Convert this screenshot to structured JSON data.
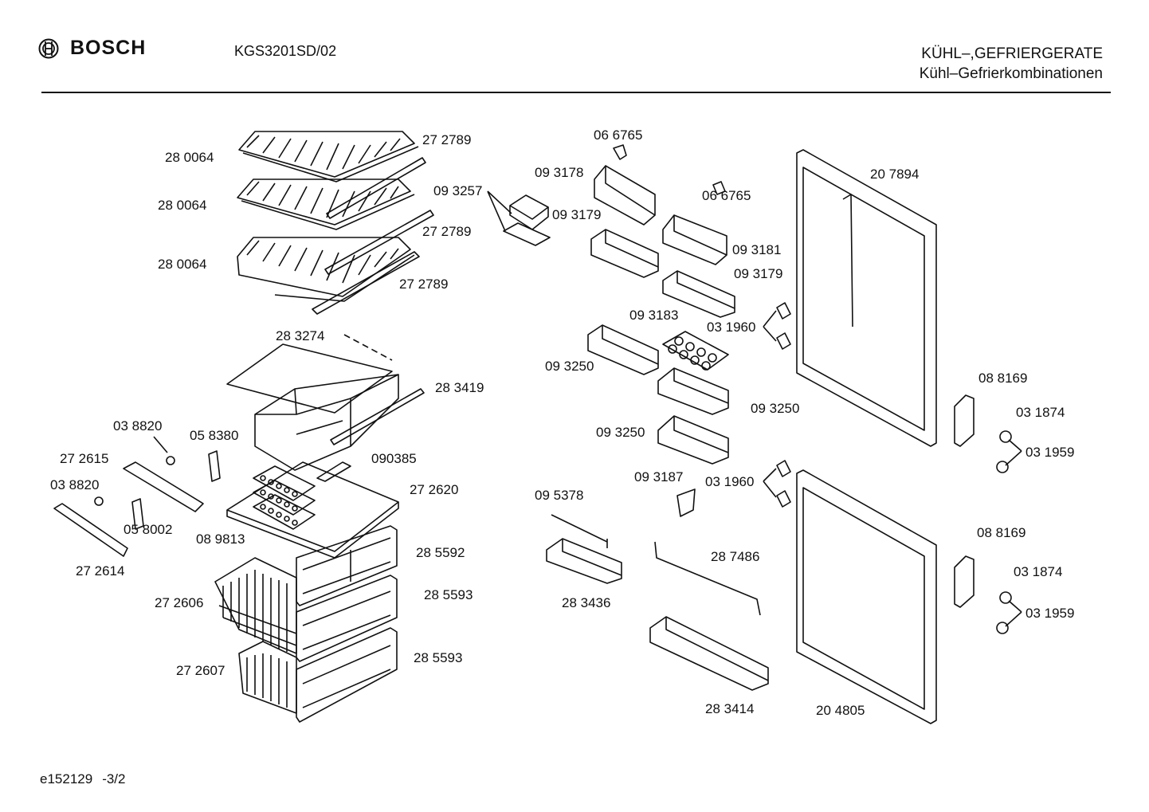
{
  "header": {
    "brand": "BOSCH",
    "model": "KGS3201SD/02",
    "category_line1": "KÜHL–,GEFRIERGERATE",
    "category_line2": "Kühl–Gefrierkombinationen"
  },
  "footer": {
    "drawing_id": "e152129",
    "sheet": "-3/2"
  },
  "part_labels": [
    "28 0064",
    "28 0064",
    "28 0064",
    "27 2789",
    "27 2789",
    "27 2789",
    "28 3274",
    "28 3419",
    "03 8820",
    "05 8380",
    "27 2615",
    "090385",
    "03 8820",
    "27 2620",
    "05 8002",
    "08 9813",
    "27 2614",
    "28 5592",
    "27 2606",
    "28 5593",
    "27 2607",
    "28 5593",
    "06 6765",
    "09 3178",
    "09 3257",
    "06 6765",
    "09 3179",
    "09 3181",
    "09 3179",
    "09 3183",
    "03 1960",
    "09 3250",
    "09 3250",
    "09 3250",
    "09 3187",
    "03 1960",
    "09 5378",
    "28 7486",
    "28 3436",
    "28 3414",
    "20 7894",
    "08 8169",
    "03 1874",
    "03 1959",
    "08 8169",
    "03 1874",
    "03 1959",
    "20 4805"
  ]
}
